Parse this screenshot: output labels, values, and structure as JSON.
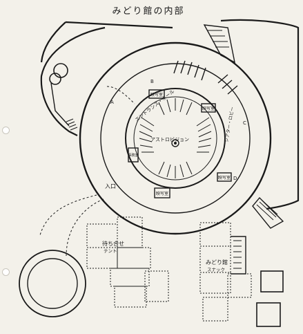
{
  "title": "みどり館の内部",
  "labels": {
    "entrance_hall": "エントランス・ホール",
    "astrovision": "アストロビジョン",
    "theater_side": "シアター・ロビー",
    "entrance": "入口",
    "waiting": "待ち合せ",
    "tent": "テント",
    "stack_name": "みどり館",
    "stack_sub": "スナック",
    "room_a": "映写室",
    "room_b": "事務室",
    "room_c": "映写室",
    "room_d": "映写室",
    "room_e": "映写室",
    "mark_a": "A",
    "mark_b": "B",
    "mark_c": "C",
    "mark_d": "D"
  },
  "colors": {
    "ink": "#1a1a1a",
    "paper": "#f3f1ea"
  }
}
